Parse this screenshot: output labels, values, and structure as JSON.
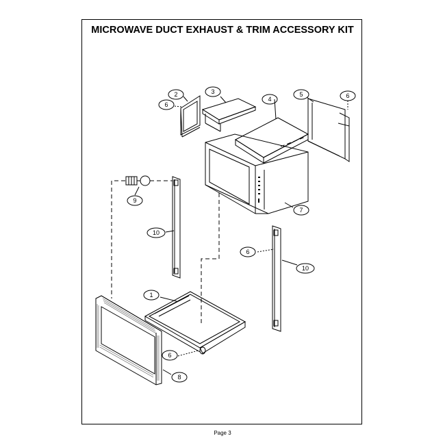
{
  "title": "MICROWAVE DUCT EXHAUST & TRIM ACCESSORY KIT",
  "footer": {
    "page": "Page 3"
  },
  "callouts": {
    "c1": "1",
    "c2": "2",
    "c3": "3",
    "c4": "4",
    "c5": "5",
    "c6a": "6",
    "c6b": "6",
    "c6c": "6",
    "c6d": "6",
    "c7": "7",
    "c8": "8",
    "c9": "9",
    "c10a": "10",
    "c10b": "10"
  },
  "colors": {
    "line": "#000000",
    "paper": "#ffffff",
    "hatch": "#555555"
  }
}
